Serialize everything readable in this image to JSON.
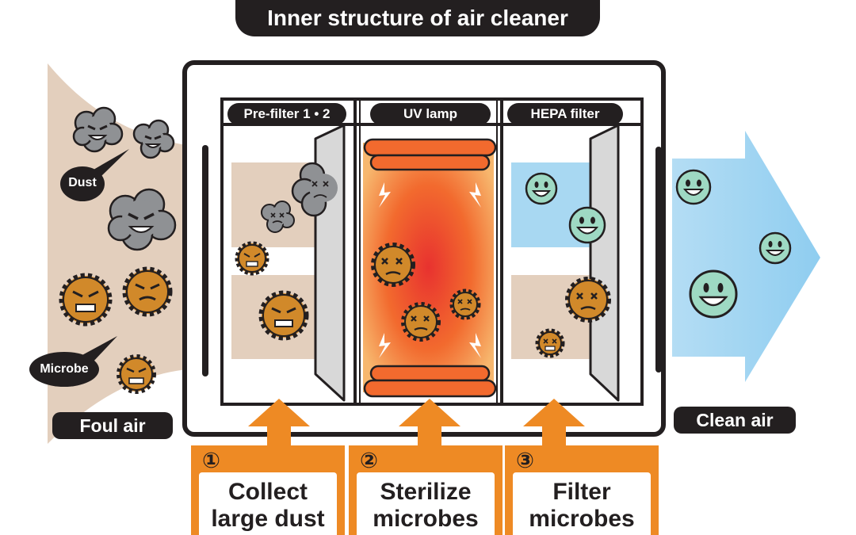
{
  "title": "Inner structure of air cleaner",
  "sections": [
    {
      "name": "Pre-filter 1 • 2"
    },
    {
      "name": "UV lamp"
    },
    {
      "name": "HEPA filter"
    }
  ],
  "labels": {
    "dust": "Dust",
    "microbe": "Microbe",
    "foul_air": "Foul air",
    "clean_air": "Clean air"
  },
  "steps": [
    {
      "number": "①",
      "line1": "Collect",
      "line2": "large dust"
    },
    {
      "number": "②",
      "line1": "Sterilize",
      "line2": "microbes"
    },
    {
      "number": "③",
      "line1": "Filter",
      "line2": "microbes"
    }
  ],
  "colors": {
    "outline": "#231f20",
    "foul_air": "#e3cfbd",
    "clean_air": "#a8d8f2",
    "uv_lamp": "#f26a2e",
    "step_orange": "#ee8a24",
    "dust": "#8f9194",
    "microbe": "#d1892a",
    "smiley": "#9ed9c3"
  }
}
